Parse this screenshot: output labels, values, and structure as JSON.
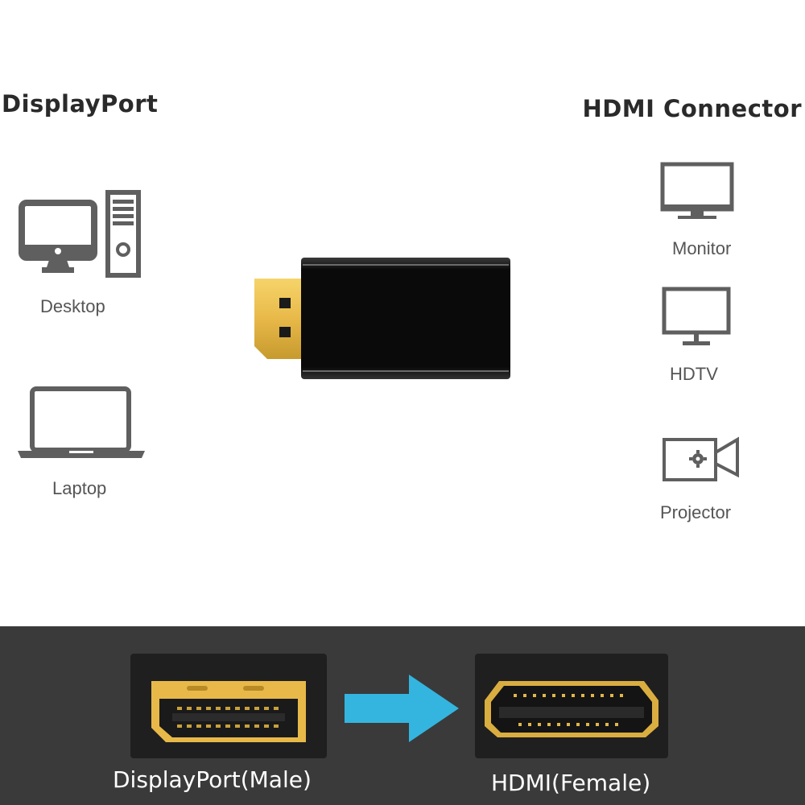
{
  "headings": {
    "left": "DisplayPort",
    "right": "HDMI  Connector"
  },
  "sources": [
    {
      "label": "Desktop",
      "icon": "desktop-computer-icon"
    },
    {
      "label": "Laptop",
      "icon": "laptop-icon"
    }
  ],
  "displays": [
    {
      "label": "Monitor",
      "icon": "monitor-icon"
    },
    {
      "label": "HDTV",
      "icon": "hdtv-icon"
    },
    {
      "label": "Projector",
      "icon": "projector-icon"
    }
  ],
  "ports": {
    "male_label": "DisplayPort(Male)",
    "female_label": "HDMI(Female)"
  },
  "colors": {
    "arrow": "#33b5df",
    "gold_contact": "#e8b949",
    "band": "#3a3a3a",
    "icon_gray": "#5f5f5f"
  }
}
